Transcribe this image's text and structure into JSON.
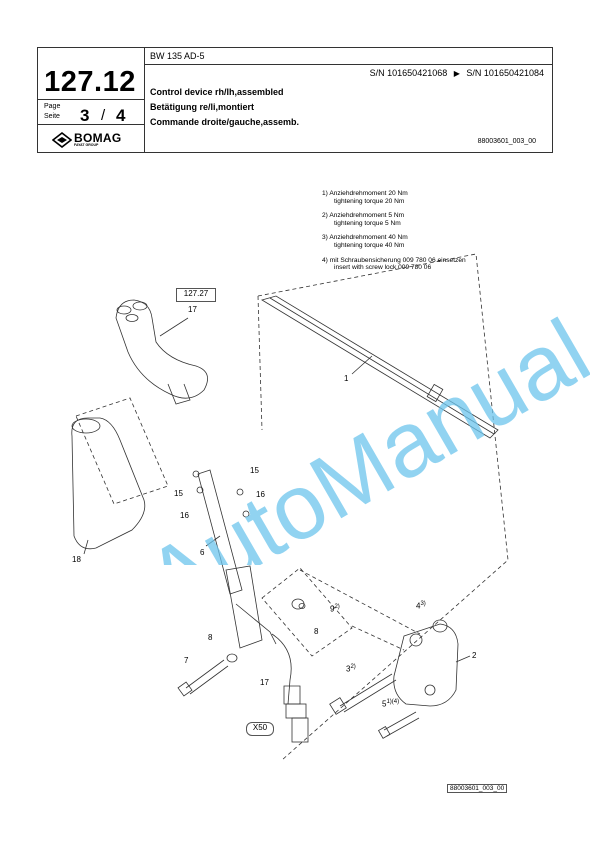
{
  "header": {
    "page_number": "127.12",
    "page_label_de": "Page",
    "page_label_en": "Seite",
    "page_current": "3",
    "page_separator": "/",
    "page_total": "4",
    "logo_text": "BOMAG",
    "logo_sub": "FAYAT GROUP",
    "model": "BW 135 AD-5",
    "serial_from": "S/N 101650421068",
    "serial_arrow": "▶",
    "serial_to": "S/N 101650421084",
    "title_en": "Control device rh/lh,assembled",
    "title_de": "Betätigung re/li,montiert",
    "title_fr": "Commande droite/gauche,assemb.",
    "doc_id": "88003601_003_00"
  },
  "notes": [
    {
      "de": "1) Anziehdrehmoment 20 Nm",
      "en": "tightening torque 20 Nm"
    },
    {
      "de": "2) Anziehdrehmoment 5 Nm",
      "en": "tightening torque 5 Nm"
    },
    {
      "de": "3) Anziehdrehmoment 40 Nm",
      "en": "tightening torque 40 Nm"
    },
    {
      "de": "4) mit Schraubensicherung 009 780 06 einsetzen",
      "en": "insert with screw lock 009 780 06"
    }
  ],
  "callouts": {
    "ref_box": "127.27",
    "c17a": "17",
    "c1": "1",
    "c15a": "15",
    "c15b": "15",
    "c16a": "16",
    "c16b": "16",
    "c18": "18",
    "c6": "6",
    "c9": "9",
    "c9sup": "2)",
    "c8a": "8",
    "c8b": "8",
    "c4": "4",
    "c4sup": "3)",
    "c2": "2",
    "c7": "7",
    "c3": "3",
    "c3sup": "2)",
    "c17b": "17",
    "c5": "5",
    "c5sup": "1)(4)",
    "x50": "X50"
  },
  "footer": {
    "doc_id": "88003601_003_00"
  },
  "watermark": "AutoManual",
  "colors": {
    "watermark": "#6cc4ec",
    "line": "#333333"
  }
}
